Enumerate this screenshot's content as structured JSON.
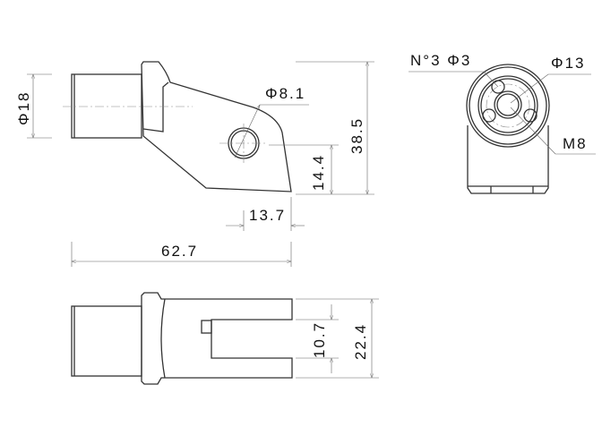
{
  "drawing": {
    "side_view": {
      "dim_shaft_diameter": "Φ18",
      "dim_hole_diameter": "Φ8.1",
      "dim_hole_height": "14.4",
      "dim_hole_offset": "13.7",
      "dim_total_height": "38.5",
      "dim_total_length": "62.7"
    },
    "front_view": {
      "dim_holes": "N°3 Φ3",
      "dim_bolt_circle": "Φ13",
      "dim_thread": "M8"
    },
    "top_view": {
      "dim_slot_width": "10.7",
      "dim_total_width": "22.4"
    }
  }
}
